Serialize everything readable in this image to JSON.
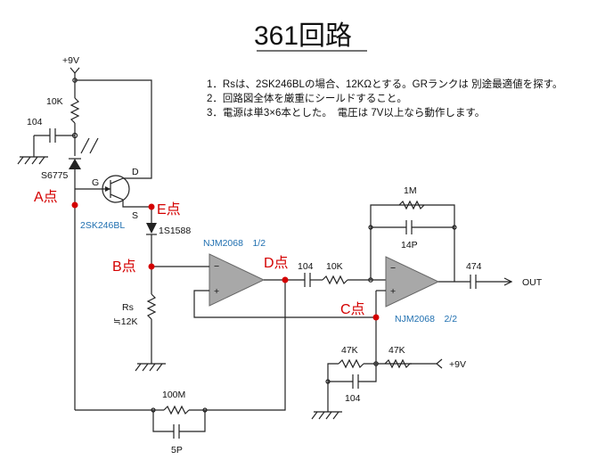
{
  "title": "361回路",
  "notes": [
    "1．Rsは、2SK246BLの場合、12KΩとする。GRランクは 別途最適値を探す。",
    "2．回路図全体を厳重にシールドすること。",
    "3．電源は単3×6本とした。　電圧は 7V以上なら動作します。"
  ],
  "labels": {
    "vcc_top": "+9V",
    "r_10k": "10K",
    "c_104_left": "104",
    "pd": "S6775",
    "gate": "G",
    "drain": "D",
    "source": "S",
    "jfet": "2SK246BL",
    "diode": "1S1588",
    "rs": "Rs",
    "rs_val": "≒12K",
    "opamp1": "NJM2068　1/2",
    "opamp2": "NJM2068　2/2",
    "c_104_mid": "104",
    "r_10k_mid": "10K",
    "r_1m": "1M",
    "c_14p": "14P",
    "c_474": "474",
    "out": "OUT",
    "r_47k_a": "47K",
    "r_47k_b": "47K",
    "vcc_right": "+9V",
    "c_104_bottom": "104",
    "r_100m": "100M",
    "c_5p": "5P",
    "minus1": "−",
    "plus1": "+",
    "minus2": "−",
    "plus2": "+"
  },
  "points": {
    "A": "A点",
    "B": "B点",
    "C": "C点",
    "D": "D点",
    "E": "E点"
  },
  "colors": {
    "wire": "#222222",
    "point": "#d40000",
    "part_name": "#1f6fb0",
    "opamp_fill": "#a8a8a8"
  }
}
